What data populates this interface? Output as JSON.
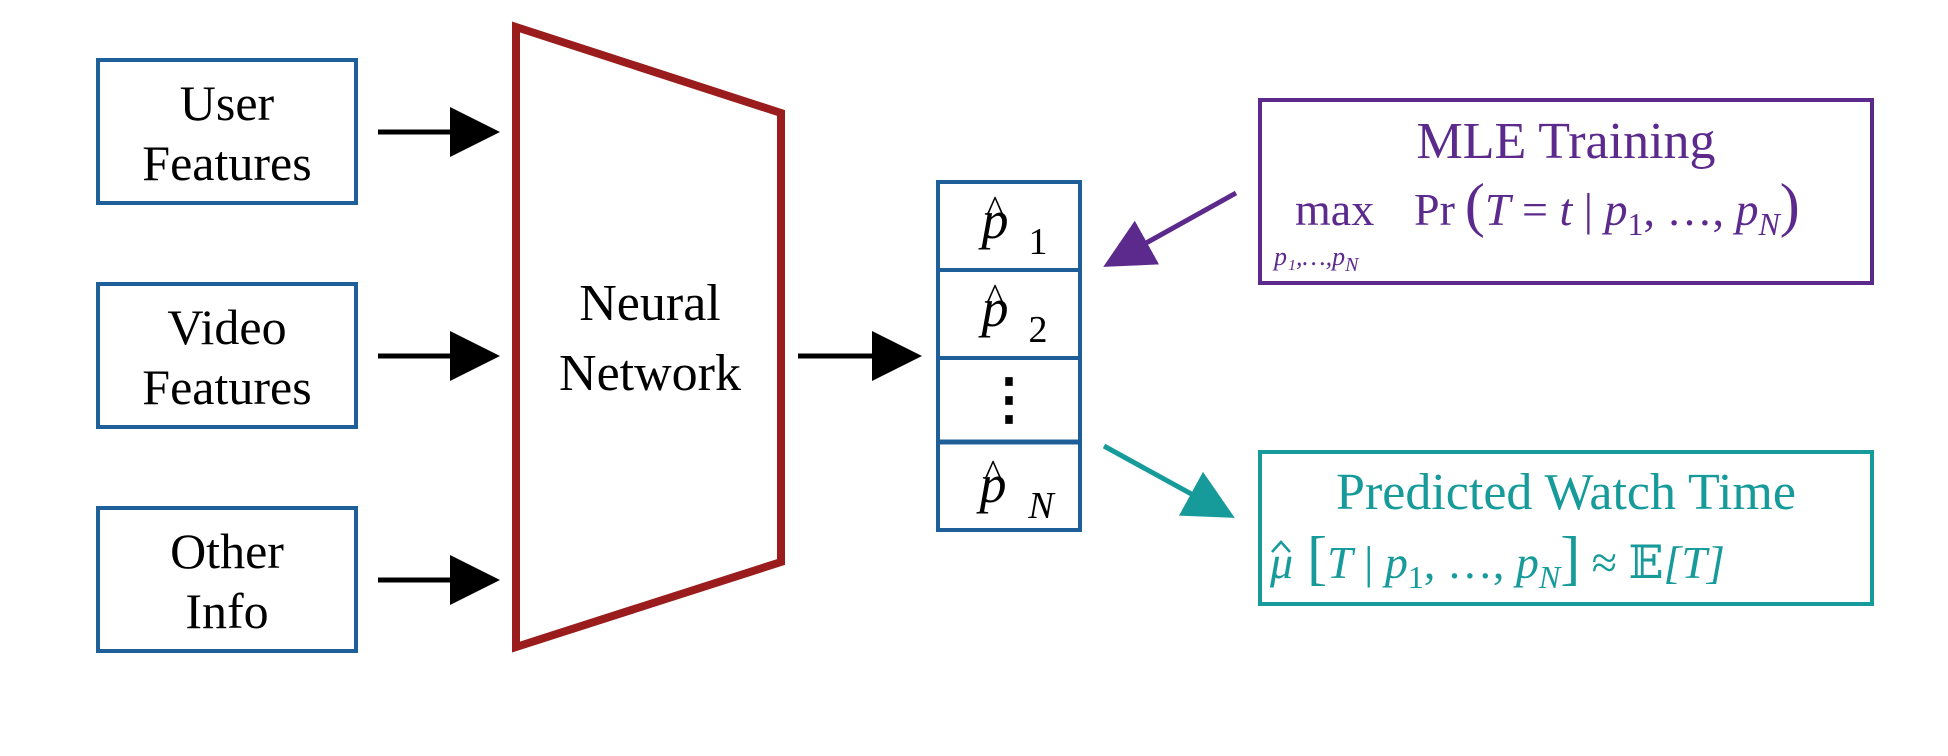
{
  "colors": {
    "input_box": "#1f5f99",
    "network": "#9b1c1c",
    "prob_box": "#1f5f99",
    "mle": "#5b2a8c",
    "predict": "#169a9a",
    "arrow": "#000000"
  },
  "inputs": [
    {
      "line1": "User",
      "line2": "Features"
    },
    {
      "line1": "Video",
      "line2": "Features"
    },
    {
      "line1": "Other",
      "line2": "Info"
    }
  ],
  "network": {
    "line1": "Neural",
    "line2": "Network"
  },
  "probs": {
    "p_symbol": "p",
    "hat": "^",
    "sub1": "1",
    "sub2": "2",
    "vdots": "⋮",
    "subN": "N"
  },
  "mle": {
    "title": "MLE Training",
    "max": "max",
    "constraint": "p₁,…,p",
    "constraint_sub": "N",
    "pr": "Pr",
    "lparen": "(",
    "T": "T",
    "eq": " = ",
    "t": "t",
    "bar": " | ",
    "p1": "p",
    "sub1": "1",
    "dots": ", …, ",
    "pN": "p",
    "subN": "N",
    "rparen": ")"
  },
  "predict": {
    "title": "Predicted Watch Time",
    "mu": "μ",
    "lbrack": "[",
    "T": "T",
    "bar": " | ",
    "p": "p",
    "sub1": "1",
    "dots": ", …, ",
    "subN": "N",
    "rbrack": "]",
    "approx": " ≈ ",
    "E": "𝔼",
    "E_arg": "[T]"
  }
}
